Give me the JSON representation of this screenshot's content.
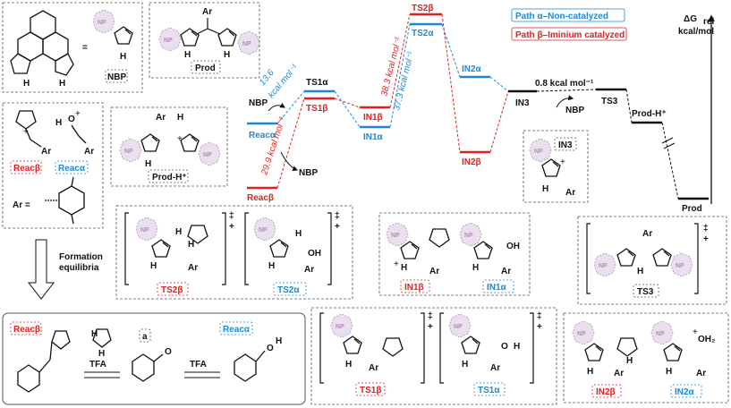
{
  "energy_profile": {
    "axis_label": "ΔG",
    "axis_sub": "rel",
    "axis_unit": "kcal/mol",
    "legend": {
      "alpha": "Path α–Non-catalyzed",
      "beta": "Path β–Iminium catalyzed",
      "alpha_color": "#1e88d8",
      "beta_color": "#e02020"
    },
    "levels": {
      "nbp_top": "NBP",
      "reac_alpha": "Reacα",
      "reac_beta": "Reacβ",
      "ts1_alpha": "TS1α",
      "ts1_beta": "TS1β",
      "in1_beta": "IN1β",
      "in1_alpha": "IN1α",
      "ts2_beta": "TS2β",
      "ts2_alpha": "TS2α",
      "in2_alpha": "IN2α",
      "in2_beta": "IN2β",
      "in3": "IN3",
      "nbp_mid": "NBP",
      "ts3": "TS3",
      "prod_h": "Prod-H⁺",
      "prod": "Prod",
      "nbp_low": "NBP"
    },
    "barriers": {
      "b1_val": "13.6",
      "b1_unit": "kcal mol⁻¹",
      "b2": "29.9 kcal mol⁻¹",
      "b3": "38.3 kcal mol⁻¹",
      "b4": "37.3 kcal mol⁻¹",
      "b5": "0.8 kcal mol⁻¹"
    }
  },
  "structures": {
    "nbp_label": "NBP",
    "equals": "=",
    "np": "NP",
    "nh": "H",
    "prod_label": "Prod",
    "prodh_label": "Prod-H⁺",
    "ar": "Ar",
    "reac_beta": "Reacβ",
    "reac_alpha": "Reacα",
    "ar_def": "Ar =",
    "in3_label": "IN3",
    "ts2b": "TS2β",
    "ts2a": "TS2α",
    "in1b": "IN1β",
    "in1a": "IN1α",
    "ts3": "TS3",
    "ts1b": "TS1β",
    "ts1a": "TS1α",
    "in2b": "IN2β",
    "in2a": "IN2α",
    "dagger": "‡",
    "plus": "+",
    "oh": "OH",
    "oh2": "OH₂",
    "o": "O",
    "h": "H",
    "formation": "Formation",
    "equilibria": "equilibria",
    "tfa": "TFA",
    "a_label": "a",
    "eq_reac_beta": "Reacβ",
    "eq_reac_alpha": "Reacα"
  }
}
